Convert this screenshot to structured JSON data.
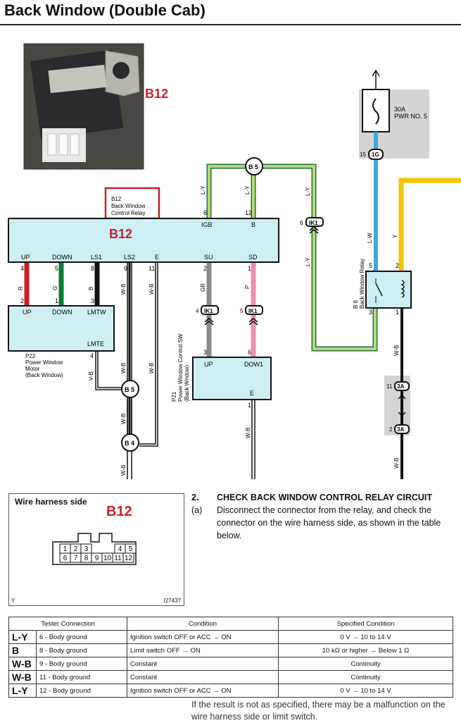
{
  "title": "Back Window (Double Cab)",
  "photo": {
    "connector_label": "B12"
  },
  "callout": [
    "B12",
    "Back Window",
    "Control Relay"
  ],
  "relay_block": {
    "name": "B12",
    "top_pins": [
      {
        "num": "6",
        "label": "IGB"
      },
      {
        "num": "12",
        "label": "B"
      }
    ],
    "bottom_pins": [
      {
        "label": "UP",
        "num": "4"
      },
      {
        "label": "DOWN",
        "num": "5"
      },
      {
        "label": "LS1",
        "num": "8"
      },
      {
        "label": "LS2",
        "num": "9"
      },
      {
        "label": "E",
        "num": "11"
      },
      {
        "label": "SU",
        "num": "2"
      },
      {
        "label": "SD",
        "num": "1"
      }
    ]
  },
  "motor": {
    "id": "P22",
    "name": [
      "Power Window",
      "Motor",
      "(Back Window)"
    ],
    "pin_labels": [
      "UP",
      "DOWN",
      "LMTW",
      "LMTE"
    ],
    "pin_nums": [
      "2",
      "1",
      "3",
      "4"
    ]
  },
  "switch": {
    "id": "P21",
    "name": [
      "Power Window Control SW",
      "(Back Wndow)"
    ],
    "pin_labels": [
      "UP",
      "DOW1",
      "E"
    ],
    "pin_nums": [
      "3",
      "6",
      "1"
    ]
  },
  "fuse": {
    "rating": "30A",
    "name": "PWR NO. 5",
    "pin": "15",
    "connector": "1G"
  },
  "back_relay": {
    "id": "B 8",
    "name": "Back Window Relay",
    "pins": [
      "5",
      "2",
      "3",
      "1"
    ]
  },
  "junctions": {
    "b5": "B 5",
    "b4": "B 4",
    "ik1": "IK1",
    "a3": "3A"
  },
  "ik_pins": [
    "6",
    "4",
    "5"
  ],
  "a3_pins": [
    "11",
    "2"
  ],
  "wire_colors": {
    "r": "R",
    "g": "G",
    "b": "B",
    "wb": "W-B",
    "ly": "L-Y",
    "gr": "GR",
    "p": "P",
    "vb": "V-B",
    "lw": "L-W",
    "y": "Y"
  },
  "colors": {
    "red": "#c81e28",
    "green": "#0a7a3c",
    "cyan": "#39a9d9",
    "yellow": "#f5c400",
    "lightgreen": "#b8d879",
    "pink": "#f08cb4",
    "gray": "#8c8c8c",
    "box": "#cdeff4",
    "shade": "#d4d4d4"
  },
  "harness": {
    "title": "Wire harness side",
    "connector": "B12",
    "pins_top": [
      "1",
      "2",
      "3",
      "",
      "4",
      "5"
    ],
    "pins_bottom": [
      "6",
      "7",
      "8",
      "9",
      "10",
      "11",
      "12"
    ],
    "footer_left": "Y",
    "footer_right": "I27437"
  },
  "check": {
    "number": "2.",
    "heading": "CHECK BACK WINDOW CONTROL RELAY CIRCUIT",
    "sub": "(a)",
    "text": "Disconnect the connector from the relay, and check the connector on the wire harness side, as shown in the table below."
  },
  "table": {
    "headers": [
      "Tester Connection",
      "Condition",
      "Specified Condition"
    ],
    "rows": [
      {
        "wire": "L-Y",
        "pin": "6 - Body ground",
        "condition": "Ignition switch OFF or ACC → ON",
        "spec": "0 V → 10 to 14 V"
      },
      {
        "wire": "B",
        "pin": "8 - Body ground",
        "condition": "Limit switch OFF → ON",
        "spec": "10 kΩ or higher → Below 1 Ω"
      },
      {
        "wire": "W-B",
        "pin": "9 - Body ground",
        "condition": "Constant",
        "spec": "Continuity"
      },
      {
        "wire": "W-B",
        "pin": "11 - Body ground",
        "condition": "Constant",
        "spec": "Continuity"
      },
      {
        "wire": "L-Y",
        "pin": "12 - Body ground",
        "condition": "Ignition switch OFF or ACC → ON",
        "spec": "0 V → 10 to 14 V"
      }
    ]
  },
  "note": "If the result is not as specified, there may be a malfunction on the wire harness side or limit switch."
}
